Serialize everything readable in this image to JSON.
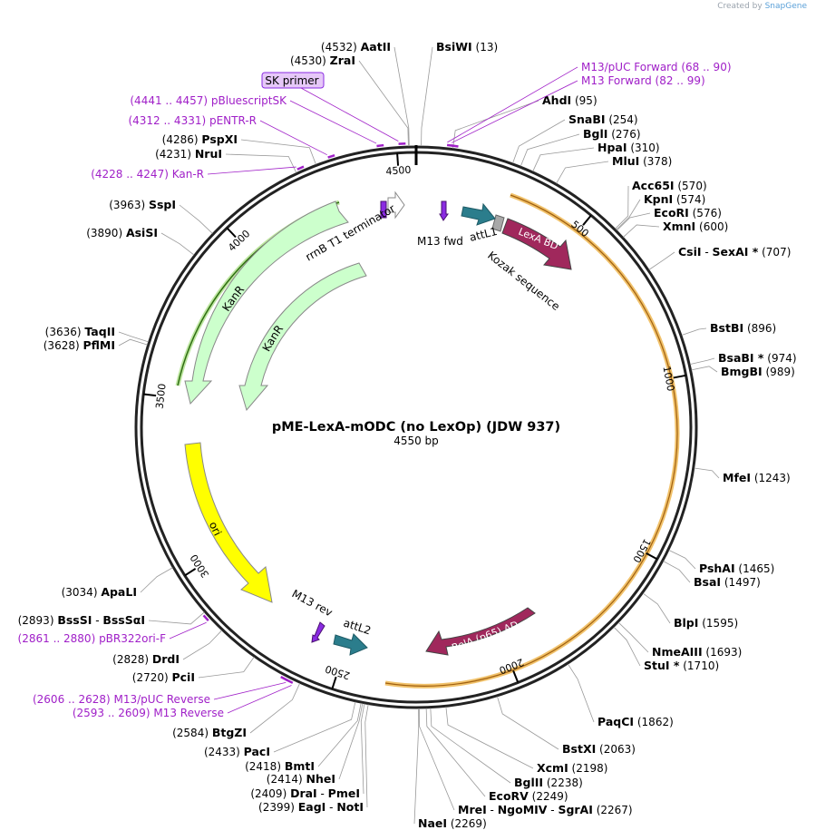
{
  "brand": {
    "created_by": "Created by",
    "product": "SnapGene"
  },
  "plasmid": {
    "name": "pME-LexA-mODC (no LexOp) (JDW 937)",
    "length": "4550 bp",
    "length_bp": 4550
  },
  "ticks": [
    {
      "label": "500",
      "bp": 500
    },
    {
      "label": "1000",
      "bp": 1000
    },
    {
      "label": "1500",
      "bp": 1500
    },
    {
      "label": "2000",
      "bp": 2000
    },
    {
      "label": "2500",
      "bp": 2500
    },
    {
      "label": "3000",
      "bp": 3000
    },
    {
      "label": "3500",
      "bp": 3500
    },
    {
      "label": "4000",
      "bp": 4000
    },
    {
      "label": "4500",
      "bp": 4500
    }
  ],
  "enzymes": [
    {
      "name": "AatII",
      "pos": "(4532)",
      "bp": 4532
    },
    {
      "name": "ZraI",
      "pos": "(4530)",
      "bp": 4530
    },
    {
      "name": "BsiWI",
      "pos": "(13)",
      "bp": 13
    },
    {
      "name": "AhdI",
      "pos": "(95)",
      "bp": 95
    },
    {
      "name": "SnaBI",
      "pos": "(254)",
      "bp": 254
    },
    {
      "name": "BglI",
      "pos": "(276)",
      "bp": 276
    },
    {
      "name": "HpaI",
      "pos": "(310)",
      "bp": 310
    },
    {
      "name": "MluI",
      "pos": "(378)",
      "bp": 378
    },
    {
      "name": "Acc65I",
      "pos": "(570)",
      "bp": 570
    },
    {
      "name": "KpnI",
      "pos": "(574)",
      "bp": 574
    },
    {
      "name": "EcoRI",
      "pos": "(576)",
      "bp": 576
    },
    {
      "name": "XmnI",
      "pos": "(600)",
      "bp": 600
    },
    {
      "name": "CsiI",
      "name2": "SexAI *",
      "pos": "(707)",
      "bp": 707
    },
    {
      "name": "BstBI",
      "pos": "(896)",
      "bp": 896
    },
    {
      "name": "BsaBI *",
      "pos": "(974)",
      "bp": 974
    },
    {
      "name": "BmgBI",
      "pos": "(989)",
      "bp": 989
    },
    {
      "name": "MfeI",
      "pos": "(1243)",
      "bp": 1243
    },
    {
      "name": "PshAI",
      "pos": "(1465)",
      "bp": 1465
    },
    {
      "name": "BsaI",
      "pos": "(1497)",
      "bp": 1497
    },
    {
      "name": "BlpI",
      "pos": "(1595)",
      "bp": 1595
    },
    {
      "name": "NmeAIII",
      "pos": "(1693)",
      "bp": 1693
    },
    {
      "name": "StuI *",
      "pos": "(1710)",
      "bp": 1710
    },
    {
      "name": "PaqCI",
      "pos": "(1862)",
      "bp": 1862
    },
    {
      "name": "BstXI",
      "pos": "(2063)",
      "bp": 2063
    },
    {
      "name": "XcmI",
      "pos": "(2198)",
      "bp": 2198
    },
    {
      "name": "BglII",
      "pos": "(2238)",
      "bp": 2238
    },
    {
      "name": "EcoRV",
      "pos": "(2249)",
      "bp": 2249
    },
    {
      "name": "MreI",
      "name2": "NgoMIV",
      "name3": "SgrAI",
      "pos": "(2267)",
      "bp": 2267
    },
    {
      "name": "NaeI",
      "pos": "(2269)",
      "bp": 2269
    },
    {
      "name": "EagI",
      "name2": "NotI",
      "pos": "(2399)",
      "bp": 2399
    },
    {
      "name": "DraI",
      "name2": "PmeI",
      "pos": "(2409)",
      "bp": 2409
    },
    {
      "name": "NheI",
      "pos": "(2414)",
      "bp": 2414
    },
    {
      "name": "BmtI",
      "pos": "(2418)",
      "bp": 2418
    },
    {
      "name": "PacI",
      "pos": "(2433)",
      "bp": 2433
    },
    {
      "name": "BtgZI",
      "pos": "(2584)",
      "bp": 2584
    },
    {
      "name": "PciI",
      "pos": "(2720)",
      "bp": 2720
    },
    {
      "name": "DrdI",
      "pos": "(2828)",
      "bp": 2828
    },
    {
      "name": "BssSI",
      "name2": "BssSαI",
      "pos": "(2893)",
      "bp": 2893
    },
    {
      "name": "ApaLI",
      "pos": "(3034)",
      "bp": 3034
    },
    {
      "name": "PflMI",
      "pos": "(3628)",
      "bp": 3628
    },
    {
      "name": "TaqII",
      "pos": "(3636)",
      "bp": 3636
    },
    {
      "name": "AsiSI",
      "pos": "(3890)",
      "bp": 3890
    },
    {
      "name": "SspI",
      "pos": "(3963)",
      "bp": 3963
    },
    {
      "name": "NruI",
      "pos": "(4231)",
      "bp": 4231
    },
    {
      "name": "PspXI",
      "pos": "(4286)",
      "bp": 4286
    }
  ],
  "primers": [
    {
      "name": "M13/pUC Forward",
      "range": "(68 .. 90)",
      "bp": 79
    },
    {
      "name": "M13 Forward",
      "range": "(82 .. 99)",
      "bp": 90
    },
    {
      "name": "SK primer",
      "range": "",
      "bp": 4505
    },
    {
      "name": "pBluescriptSK",
      "range": "(4441 .. 4457)",
      "bp": 4449
    },
    {
      "name": "pENTR-R",
      "range": "(4312 .. 4331)",
      "bp": 4321
    },
    {
      "name": "Kan-R",
      "range": "(4228 .. 4247)",
      "bp": 4237
    },
    {
      "name": "pBR322ori-F",
      "range": "(2861 .. 2880)",
      "bp": 2870
    },
    {
      "name": "M13/pUC Reverse",
      "range": "(2606 .. 2628)",
      "bp": 2617
    },
    {
      "name": "M13 Reverse",
      "range": "(2593 .. 2609)",
      "bp": 2601
    }
  ],
  "features": [
    {
      "name": "rrnB T1 terminator",
      "color": "#ffffff"
    },
    {
      "name": "M13 fwd",
      "color": "#8a2be2"
    },
    {
      "name": "attL1",
      "color": "#2b7d8c"
    },
    {
      "name": "Kozak sequence",
      "color": "#a0a0a0"
    },
    {
      "name": "LexA BD",
      "color": "#a0285c"
    },
    {
      "name": "KanR",
      "color": "#ccffcc"
    },
    {
      "name": "KanR",
      "color": "#ccffcc"
    },
    {
      "name": "ori",
      "color": "#ffff00"
    },
    {
      "name": "M13 rev",
      "color": "#8a2be2"
    },
    {
      "name": "attL2",
      "color": "#2b7d8c"
    },
    {
      "name": "RelA (p65) AD",
      "color": "#a0285c"
    }
  ],
  "colors": {
    "primer": "#a020c8",
    "orange_arc": "#e8a030",
    "green_arc": "#3a7a1a",
    "backbone": "#000000"
  }
}
